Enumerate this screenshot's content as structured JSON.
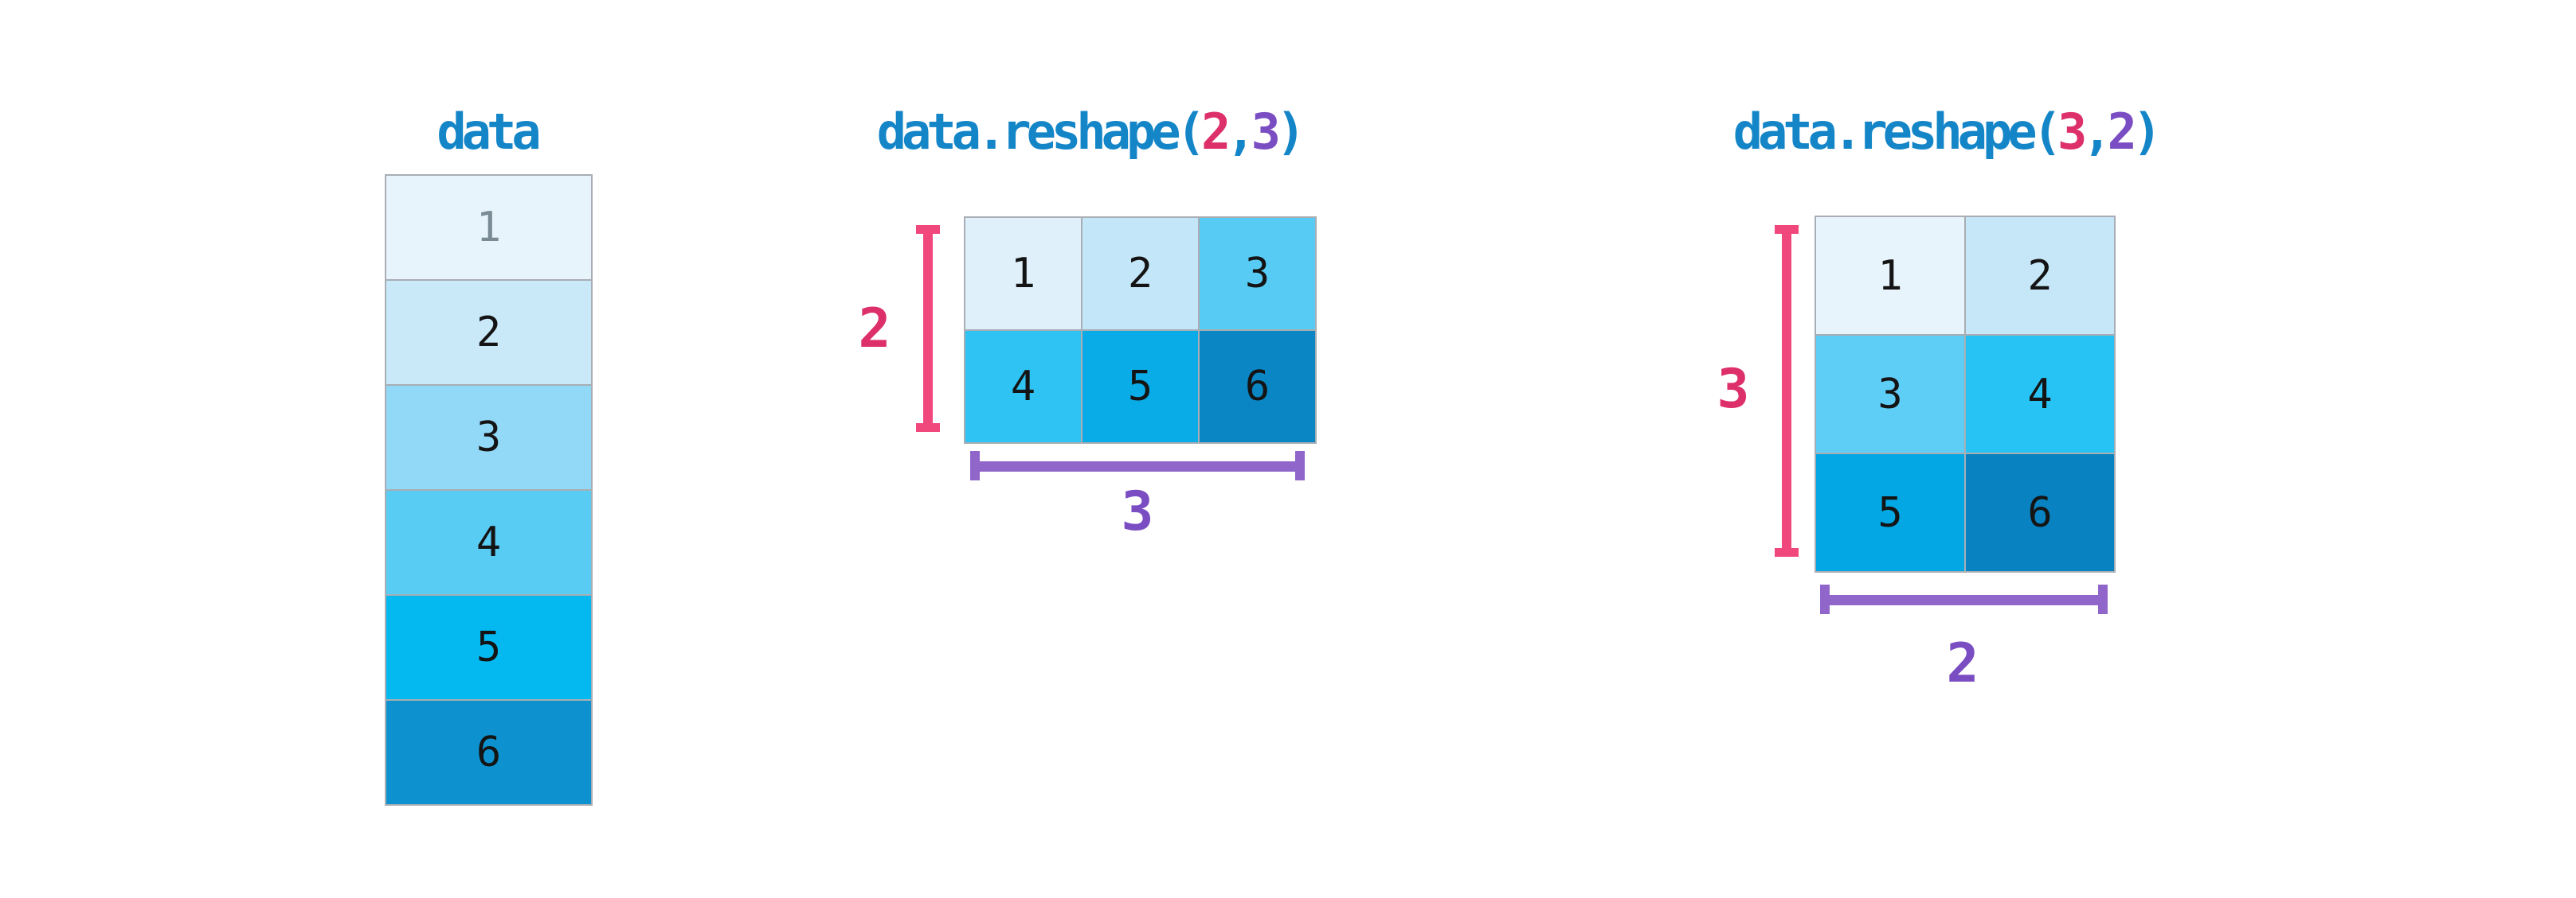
{
  "colors": {
    "title_blue": "#1486c8",
    "pink_text": "#dd2f69",
    "pink_bracket": "#f0487d",
    "purple_text": "#7a4dc3",
    "purple_bracket": "#9066cb",
    "digit": "#141414",
    "muted_digit": "#7a8a94"
  },
  "fig1": {
    "title": "data",
    "cells": [
      {
        "value": "1",
        "bg": "#e8f4fb",
        "fg": "#7a8a94"
      },
      {
        "value": "2",
        "bg": "#c9e9f9",
        "fg": "#141414"
      },
      {
        "value": "3",
        "bg": "#92d9f7",
        "fg": "#141414"
      },
      {
        "value": "4",
        "bg": "#59ccf4",
        "fg": "#141414"
      },
      {
        "value": "5",
        "bg": "#04b9ef",
        "fg": "#141414"
      },
      {
        "value": "6",
        "bg": "#0d92cf",
        "fg": "#141414"
      }
    ]
  },
  "fig2": {
    "title_prefix": "data.reshape(",
    "title_rows_arg": "2",
    "title_comma": ",",
    "title_cols_arg": "3",
    "title_close": ")",
    "rows_label": "2",
    "cols_label": "3",
    "cells": [
      {
        "value": "1",
        "bg": "#dff0fa",
        "fg": "#141414"
      },
      {
        "value": "2",
        "bg": "#c3e6f8",
        "fg": "#141414"
      },
      {
        "value": "3",
        "bg": "#57cbf4",
        "fg": "#141414"
      },
      {
        "value": "4",
        "bg": "#2ec3f2",
        "fg": "#141414"
      },
      {
        "value": "5",
        "bg": "#0aace8",
        "fg": "#141414"
      },
      {
        "value": "6",
        "bg": "#0b86c5",
        "fg": "#141414"
      }
    ]
  },
  "fig3": {
    "title_prefix": "data.reshape(",
    "title_rows_arg": "3",
    "title_comma": ",",
    "title_cols_arg": "2",
    "title_close": ")",
    "rows_label": "3",
    "cols_label": "2",
    "cells": [
      {
        "value": "1",
        "bg": "#e7f4fc",
        "fg": "#141414"
      },
      {
        "value": "2",
        "bg": "#c6e7f8",
        "fg": "#141414"
      },
      {
        "value": "3",
        "bg": "#5fcef7",
        "fg": "#141414"
      },
      {
        "value": "4",
        "bg": "#28c3f5",
        "fg": "#141414"
      },
      {
        "value": "5",
        "bg": "#02a7e4",
        "fg": "#141414"
      },
      {
        "value": "6",
        "bg": "#0882c0",
        "fg": "#141414"
      }
    ]
  }
}
